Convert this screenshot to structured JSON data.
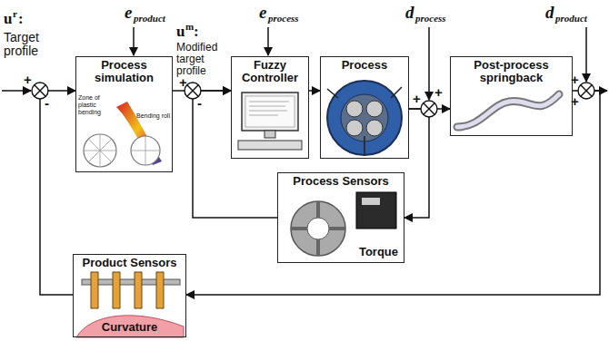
{
  "diagram": {
    "nodes": [
      {
        "text": [
          "Process simulation"
        ]
      },
      {
        "text": [
          "Fuzzy Controller"
        ]
      },
      {
        "text": [
          "Process"
        ]
      },
      {
        "text": [
          "Post-process springback"
        ]
      },
      {
        "text": [
          "Process Sensors",
          "Torque"
        ]
      },
      {
        "text": [
          "Product Sensors",
          "Curvature"
        ]
      }
    ],
    "edges": [
      {
        "from": 0,
        "to": 1,
        "arrow": "to"
      },
      {
        "from": 1,
        "to": 2,
        "arrow": "to"
      },
      {
        "from": 2,
        "to": 3,
        "arrow": "to"
      },
      {
        "from": 2,
        "to": 4,
        "arrow": "to"
      },
      {
        "from": 4,
        "to": 1,
        "arrow": "to"
      },
      {
        "from": 3,
        "to": 5,
        "arrow": "to"
      },
      {
        "from": 5,
        "to": 0,
        "arrow": "to"
      }
    ],
    "labels": [
      "u",
      "r",
      ":",
      "Target profile",
      "e",
      "product",
      "u",
      "m",
      ":",
      "Modified target profile",
      "e",
      "process",
      "d",
      "process",
      "d",
      "product",
      "+",
      "-",
      "+",
      "-",
      "+",
      "+",
      "+",
      "+",
      "Zone of plastic bending",
      "Bending roll"
    ]
  }
}
